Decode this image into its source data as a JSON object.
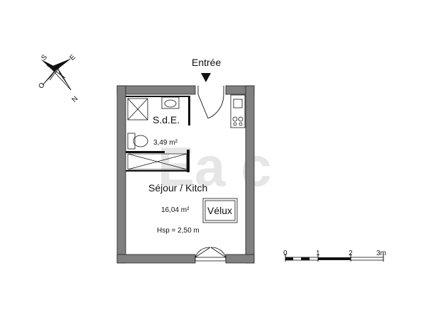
{
  "compass": {
    "north": "N",
    "south": "S",
    "east": "E",
    "west": "O"
  },
  "entrance_label": "Entrée",
  "bathroom": {
    "label": "S.d.E.",
    "area": "3,49 m²"
  },
  "living": {
    "label": "Séjour / Kitch",
    "area": "16,04 m²",
    "ceiling_height": "Hsp = 2,50 m"
  },
  "skylight_label": "Vélux",
  "watermark": "Ea c",
  "scale_bar": {
    "ticks": [
      "0",
      "1",
      "2",
      "3m"
    ]
  },
  "colors": {
    "wall_fill": "#808080",
    "wall_edge": "#222222",
    "line": "#111111",
    "watermark": "#e6e6e6"
  }
}
